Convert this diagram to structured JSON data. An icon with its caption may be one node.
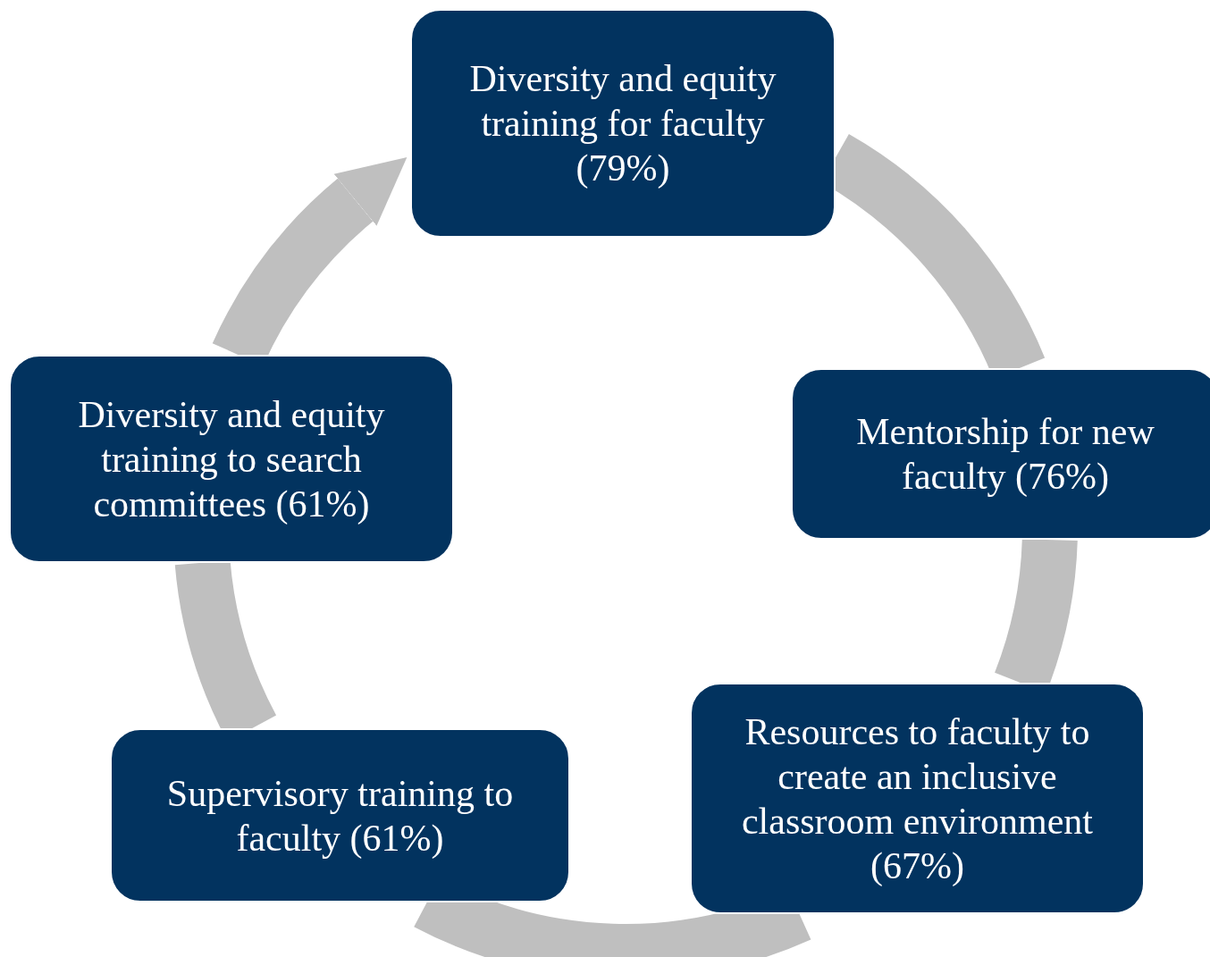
{
  "diagram": {
    "nodes": [
      {
        "text": [
          "Diversity and equity training for faculty (79%)"
        ]
      },
      {
        "text": [
          "Mentorship for new faculty (76%)"
        ]
      },
      {
        "text": [
          "Resources to faculty to create an inclusive classroom environment (67%)"
        ]
      },
      {
        "text": [
          "Supervisory training to faculty (61%)"
        ]
      },
      {
        "text": [
          "Diversity and equity training to search committees (61%)"
        ]
      }
    ],
    "edges": [
      {
        "from": 0,
        "to": 1,
        "arrow": "none"
      },
      {
        "from": 1,
        "to": 2,
        "arrow": "none"
      },
      {
        "from": 2,
        "to": 3,
        "arrow": "none"
      },
      {
        "from": 3,
        "to": 4,
        "arrow": "none"
      },
      {
        "from": 4,
        "to": 0,
        "arrow": "to"
      }
    ]
  }
}
